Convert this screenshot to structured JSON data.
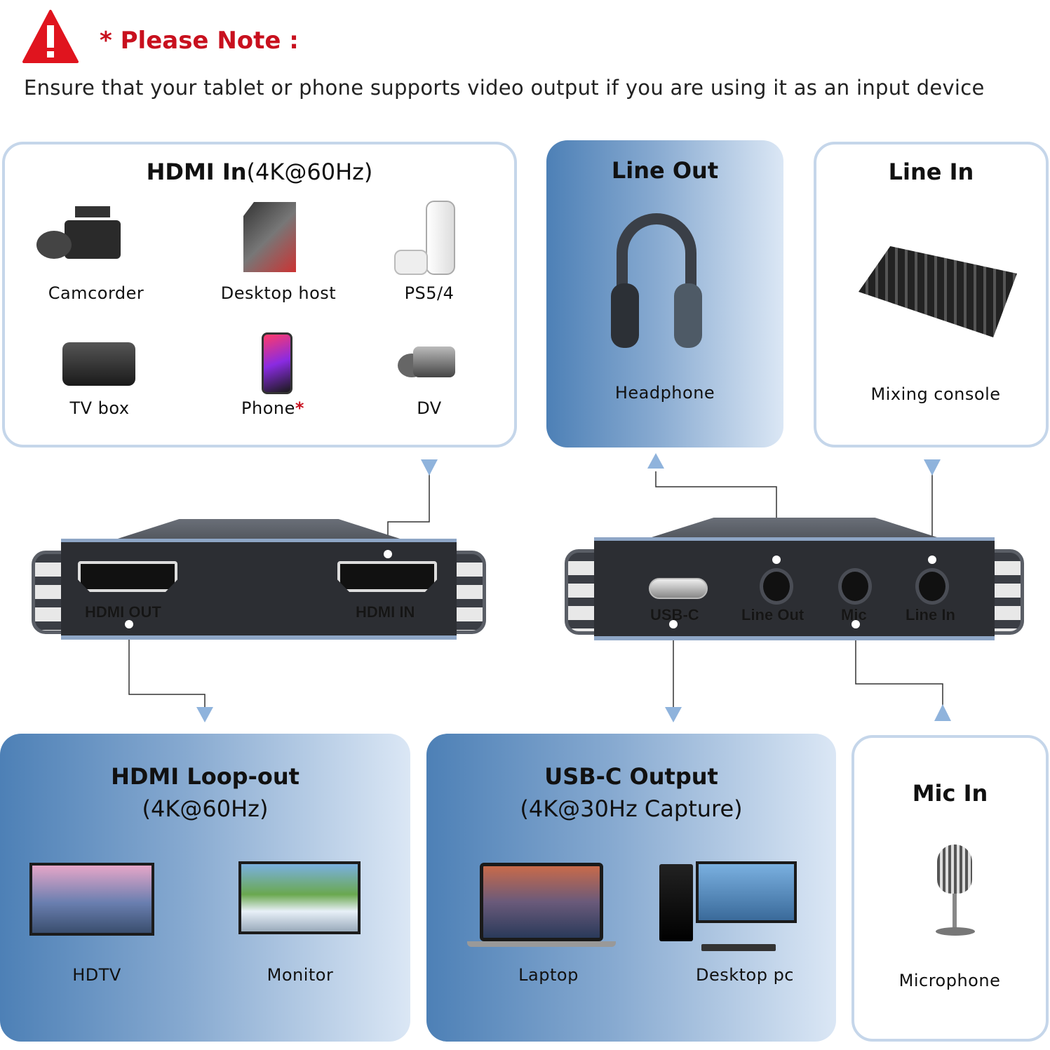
{
  "note": {
    "icon": "warning-triangle-icon",
    "title": "* Please Note :",
    "text": "Ensure that your tablet or phone supports video output if you are using it as an input device",
    "accent": "#c8101e"
  },
  "panels": {
    "hdmi_in": {
      "title": "HDMI In",
      "spec": "(4K@60Hz)",
      "items": [
        {
          "label": "Camcorder",
          "icon": "camcorder-icon"
        },
        {
          "label": "Desktop host",
          "icon": "desktop-host-icon"
        },
        {
          "label": "PS5/4",
          "icon": "game-console-icon"
        },
        {
          "label": "TV box",
          "icon": "tv-box-icon"
        },
        {
          "label": "Phone",
          "mark": "*",
          "icon": "phone-icon"
        },
        {
          "label": "DV",
          "icon": "dv-camera-icon"
        }
      ]
    },
    "line_out": {
      "title": "Line Out",
      "items": [
        {
          "label": "Headphone",
          "icon": "headphone-icon"
        }
      ]
    },
    "line_in": {
      "title": "Line In",
      "items": [
        {
          "label": "Mixing console",
          "icon": "mixing-console-icon"
        }
      ]
    },
    "hdmi_loop": {
      "title": "HDMI Loop-out",
      "spec": "(4K@60Hz)",
      "items": [
        {
          "label": "HDTV",
          "icon": "tv-icon"
        },
        {
          "label": "Monitor",
          "icon": "monitor-icon"
        }
      ]
    },
    "usbc_out": {
      "title": "USB-C Output",
      "spec": "(4K@30Hz Capture)",
      "items": [
        {
          "label": "Laptop",
          "icon": "laptop-icon"
        },
        {
          "label": "Desktop pc",
          "icon": "desktop-pc-icon"
        }
      ]
    },
    "mic_in": {
      "title": "Mic In",
      "items": [
        {
          "label": "Microphone",
          "icon": "microphone-icon"
        }
      ]
    }
  },
  "device_front": {
    "ports": [
      "HDMI OUT",
      "HDMI IN"
    ]
  },
  "device_back": {
    "ports": [
      "USB-C",
      "Line Out",
      "Mic",
      "Line In"
    ]
  },
  "colors": {
    "panel_gradient_dark": "#4d80b6",
    "panel_gradient_light": "#dbe7f5",
    "panel_border": "#c5d6ea",
    "arrow": "#8fb3dc"
  }
}
